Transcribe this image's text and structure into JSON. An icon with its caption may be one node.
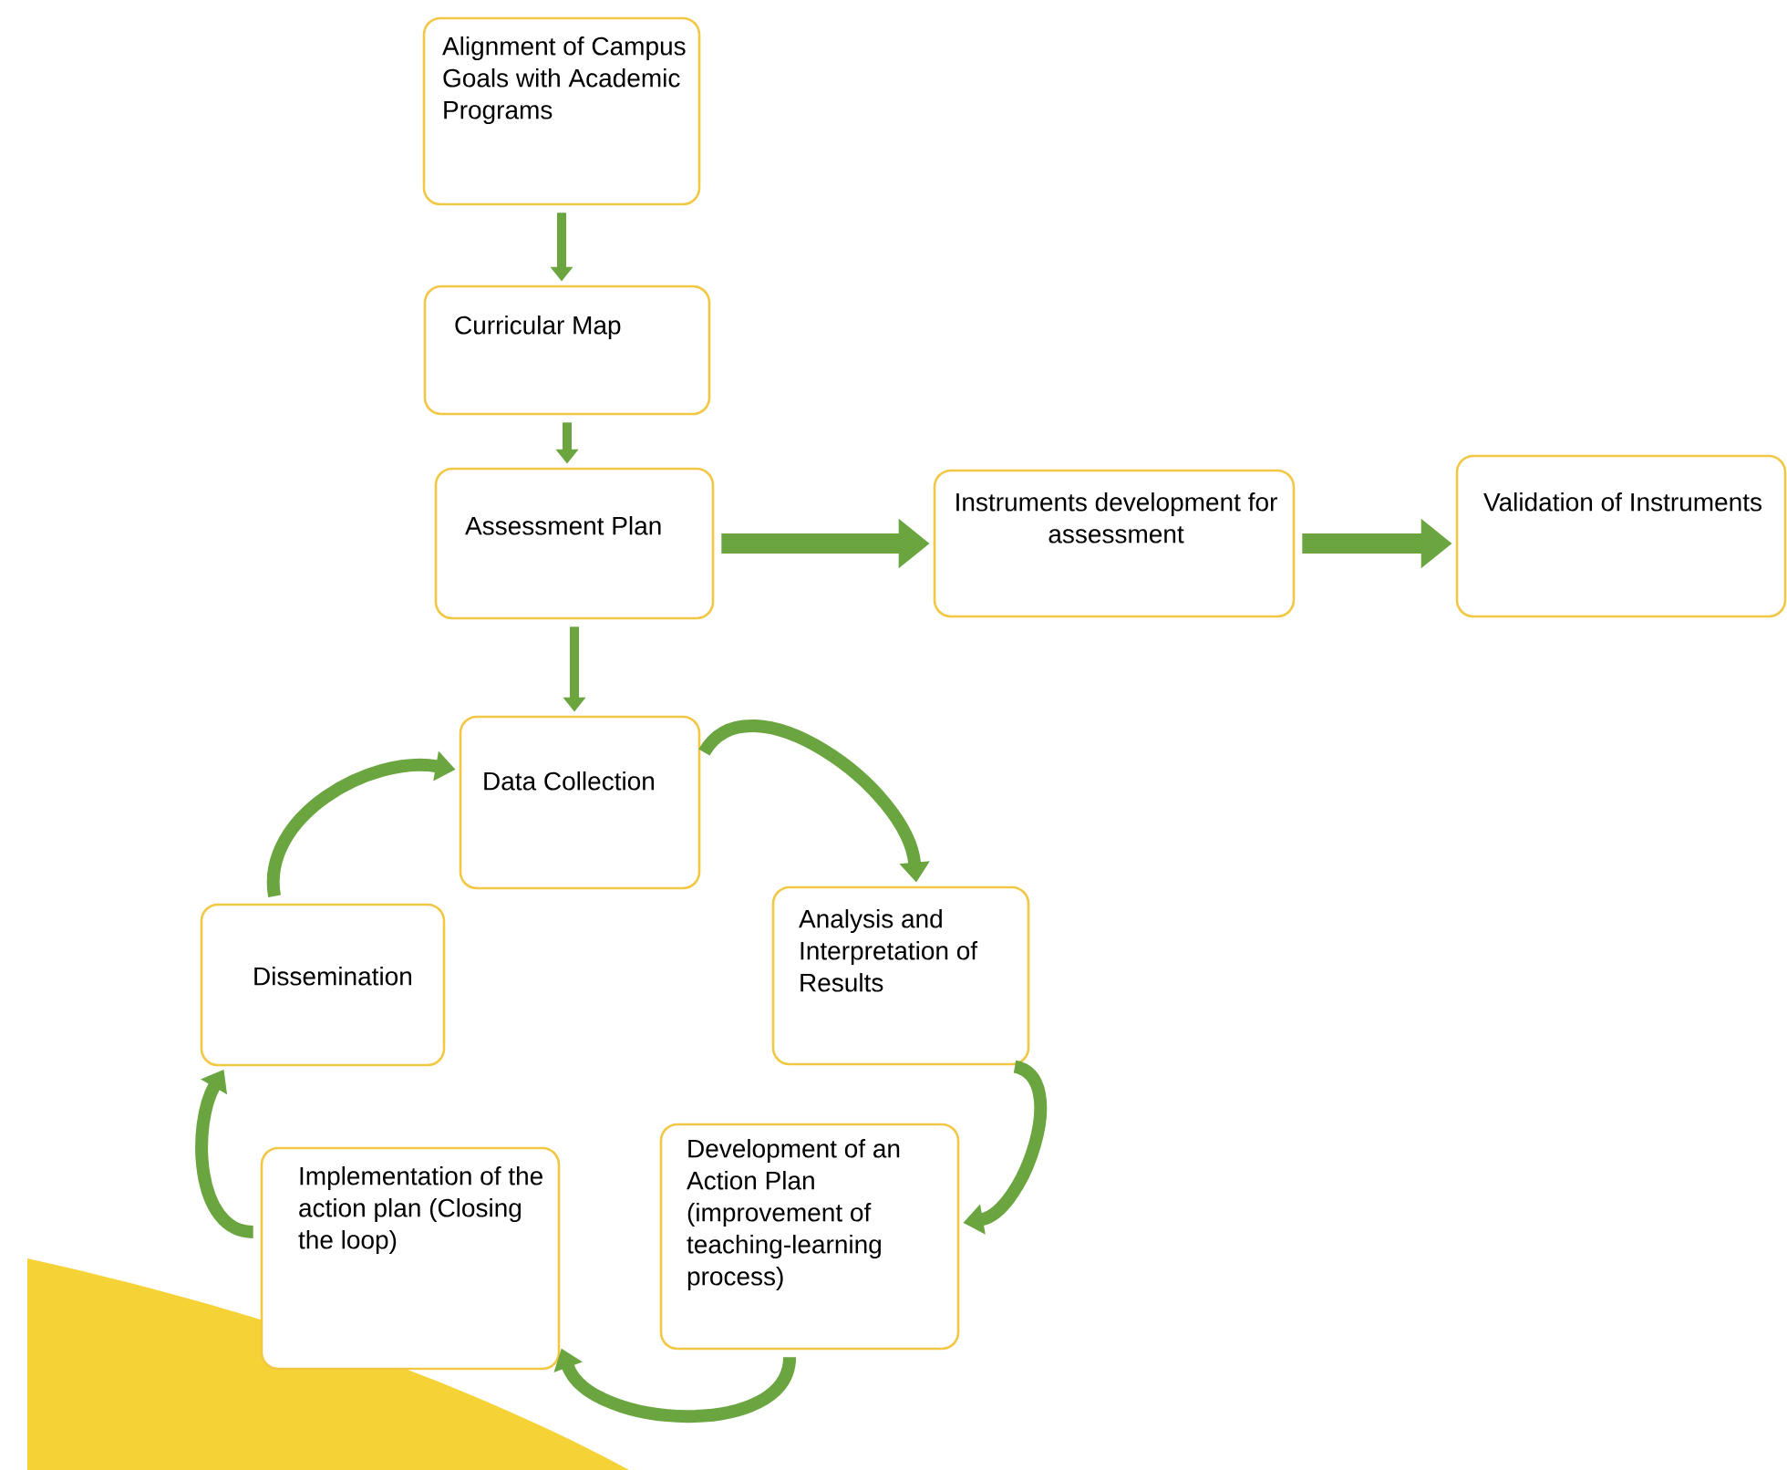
{
  "diagram": {
    "nodes": [
      {
        "text": [
          "Alignment of Campus Goals with Academic Programs"
        ]
      },
      {
        "text": [
          "Curricular Map"
        ]
      },
      {
        "text": [
          "Assessment Plan"
        ]
      },
      {
        "text": [
          "Instruments development for assessment"
        ]
      },
      {
        "text": [
          "Validation of Instruments"
        ]
      },
      {
        "text": [
          "Data Collection"
        ]
      },
      {
        "text": [
          "Analysis and Interpretation of Results"
        ]
      },
      {
        "text": [
          "Development of an Action Plan (improvement of teaching-learning process)"
        ]
      },
      {
        "text": [
          "Implementation of the action plan (Closing the loop)"
        ]
      },
      {
        "text": [
          "Dissemination"
        ]
      }
    ],
    "edges": [
      {
        "from": 0,
        "to": 1,
        "arrow": "to"
      },
      {
        "from": 1,
        "to": 2,
        "arrow": "to"
      },
      {
        "from": 2,
        "to": 3,
        "arrow": "to"
      },
      {
        "from": 3,
        "to": 4,
        "arrow": "to"
      },
      {
        "from": 2,
        "to": 5,
        "arrow": "to"
      },
      {
        "from": 5,
        "to": 6,
        "arrow": "to"
      },
      {
        "from": 6,
        "to": 7,
        "arrow": "to"
      },
      {
        "from": 7,
        "to": 8,
        "arrow": "to"
      },
      {
        "from": 8,
        "to": 9,
        "arrow": "to"
      },
      {
        "from": 9,
        "to": 5,
        "arrow": "to"
      }
    ]
  }
}
